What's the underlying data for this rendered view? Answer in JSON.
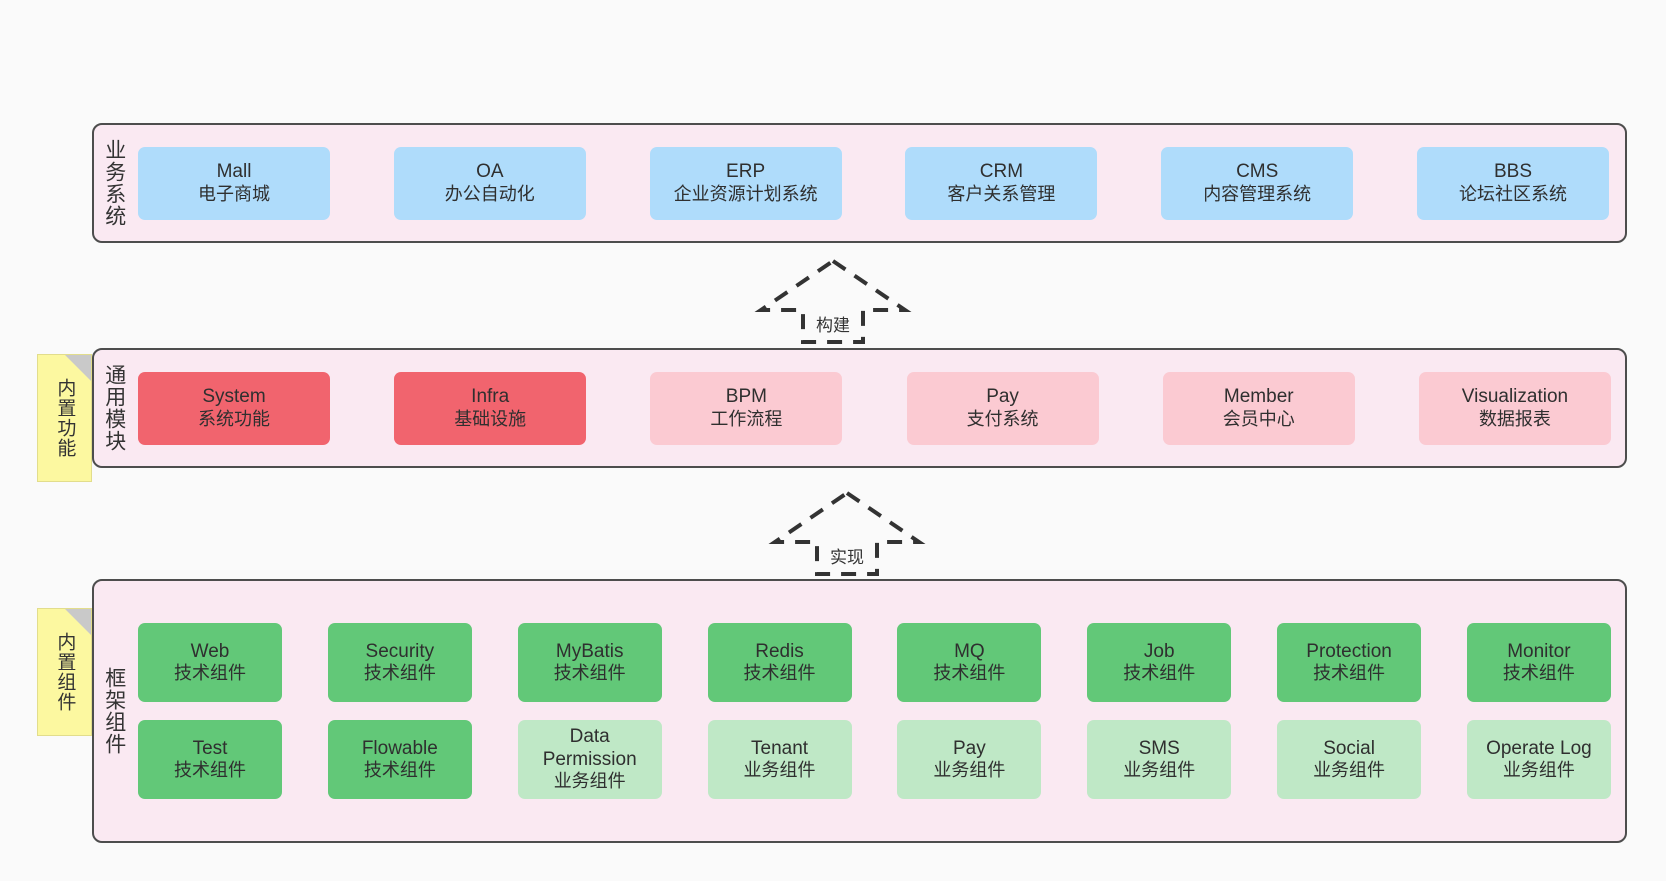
{
  "diagram": {
    "background_color": "#fafafa",
    "panel_color": "#fae9f2",
    "panel_border_color": "#4d4d4d",
    "note_color": "#fcf8a0",
    "colors": {
      "business_node": "#afdcfb",
      "module_strong": "#f1646e",
      "module_soft": "#fbcad2",
      "tech_component": "#62c878",
      "biz_component": "#bfe8c6"
    }
  },
  "layers": [
    {
      "id": "business",
      "label": "业务系统",
      "rows": [
        [
          {
            "title": "Mall",
            "subtitle": "电子商城"
          },
          {
            "title": "OA",
            "subtitle": "办公自动化"
          },
          {
            "title": "ERP",
            "subtitle": "企业资源计划系统"
          },
          {
            "title": "CRM",
            "subtitle": "客户关系管理"
          },
          {
            "title": "CMS",
            "subtitle": "内容管理系统"
          },
          {
            "title": "BBS",
            "subtitle": "论坛社区系统"
          }
        ]
      ]
    },
    {
      "id": "common",
      "label": "通用模块",
      "note": "内置功能",
      "rows": [
        [
          {
            "title": "System",
            "subtitle": "系统功能"
          },
          {
            "title": "Infra",
            "subtitle": "基础设施"
          },
          {
            "title": "BPM",
            "subtitle": "工作流程"
          },
          {
            "title": "Pay",
            "subtitle": "支付系统"
          },
          {
            "title": "Member",
            "subtitle": "会员中心"
          },
          {
            "title": "Visualization",
            "subtitle": "数据报表"
          }
        ]
      ]
    },
    {
      "id": "framework",
      "label": "框架组件",
      "note": "内置组件",
      "rows": [
        [
          {
            "title": "Web",
            "subtitle": "技术组件"
          },
          {
            "title": "Security",
            "subtitle": "技术组件"
          },
          {
            "title": "MyBatis",
            "subtitle": "技术组件"
          },
          {
            "title": "Redis",
            "subtitle": "技术组件"
          },
          {
            "title": "MQ",
            "subtitle": "技术组件"
          },
          {
            "title": "Job",
            "subtitle": "技术组件"
          },
          {
            "title": "Protection",
            "subtitle": "技术组件"
          },
          {
            "title": "Monitor",
            "subtitle": "技术组件"
          }
        ],
        [
          {
            "title": "Test",
            "subtitle": "技术组件"
          },
          {
            "title": "Flowable",
            "subtitle": "技术组件"
          },
          {
            "title": "Data Permission",
            "subtitle": "业务组件"
          },
          {
            "title": "Tenant",
            "subtitle": "业务组件"
          },
          {
            "title": "Pay",
            "subtitle": "业务组件"
          },
          {
            "title": "SMS",
            "subtitle": "业务组件"
          },
          {
            "title": "Social",
            "subtitle": "业务组件"
          },
          {
            "title": "Operate Log",
            "subtitle": "业务组件"
          }
        ]
      ]
    }
  ],
  "connectors": [
    {
      "id": "build",
      "label": "构建",
      "style": "dashed-hollow-up-arrow"
    },
    {
      "id": "impl",
      "label": "实现",
      "style": "dashed-hollow-up-arrow"
    }
  ]
}
